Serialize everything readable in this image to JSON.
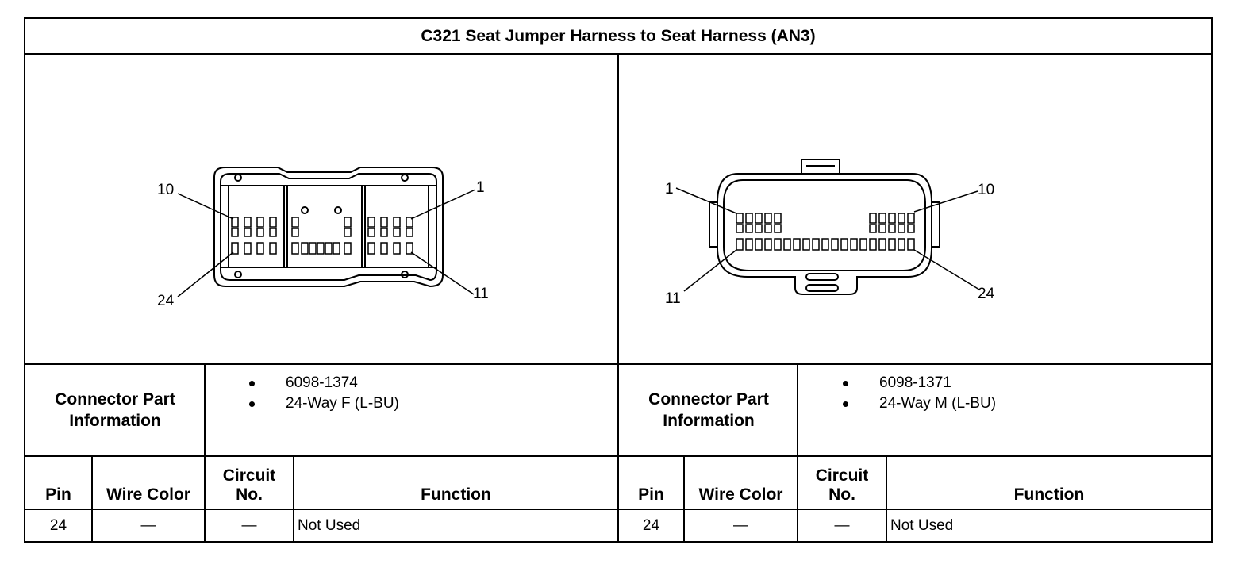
{
  "title": "C321 Seat Jumper Harness to Seat Harness (AN3)",
  "left": {
    "pin_labels": {
      "top_left": "10",
      "top_right": "1",
      "bottom_left": "24",
      "bottom_right": "11"
    },
    "connector_label": "Connector Part Information",
    "part_info": [
      "6098-1374",
      "24-Way F (L-BU)"
    ],
    "columns": [
      "Pin",
      "Wire Color",
      "Circuit No.",
      "Function"
    ],
    "rows": [
      {
        "pin": "24",
        "wire_color": "—",
        "circuit": "—",
        "function": "Not Used"
      }
    ]
  },
  "right": {
    "pin_labels": {
      "top_left": "1",
      "top_right": "10",
      "bottom_left": "11",
      "bottom_right": "24"
    },
    "connector_label": "Connector Part Information",
    "part_info": [
      "6098-1371",
      "24-Way M (L-BU)"
    ],
    "columns": [
      "Pin",
      "Wire Color",
      "Circuit No.",
      "Function"
    ],
    "rows": [
      {
        "pin": "24",
        "wire_color": "—",
        "circuit": "—",
        "function": "Not Used"
      }
    ]
  }
}
